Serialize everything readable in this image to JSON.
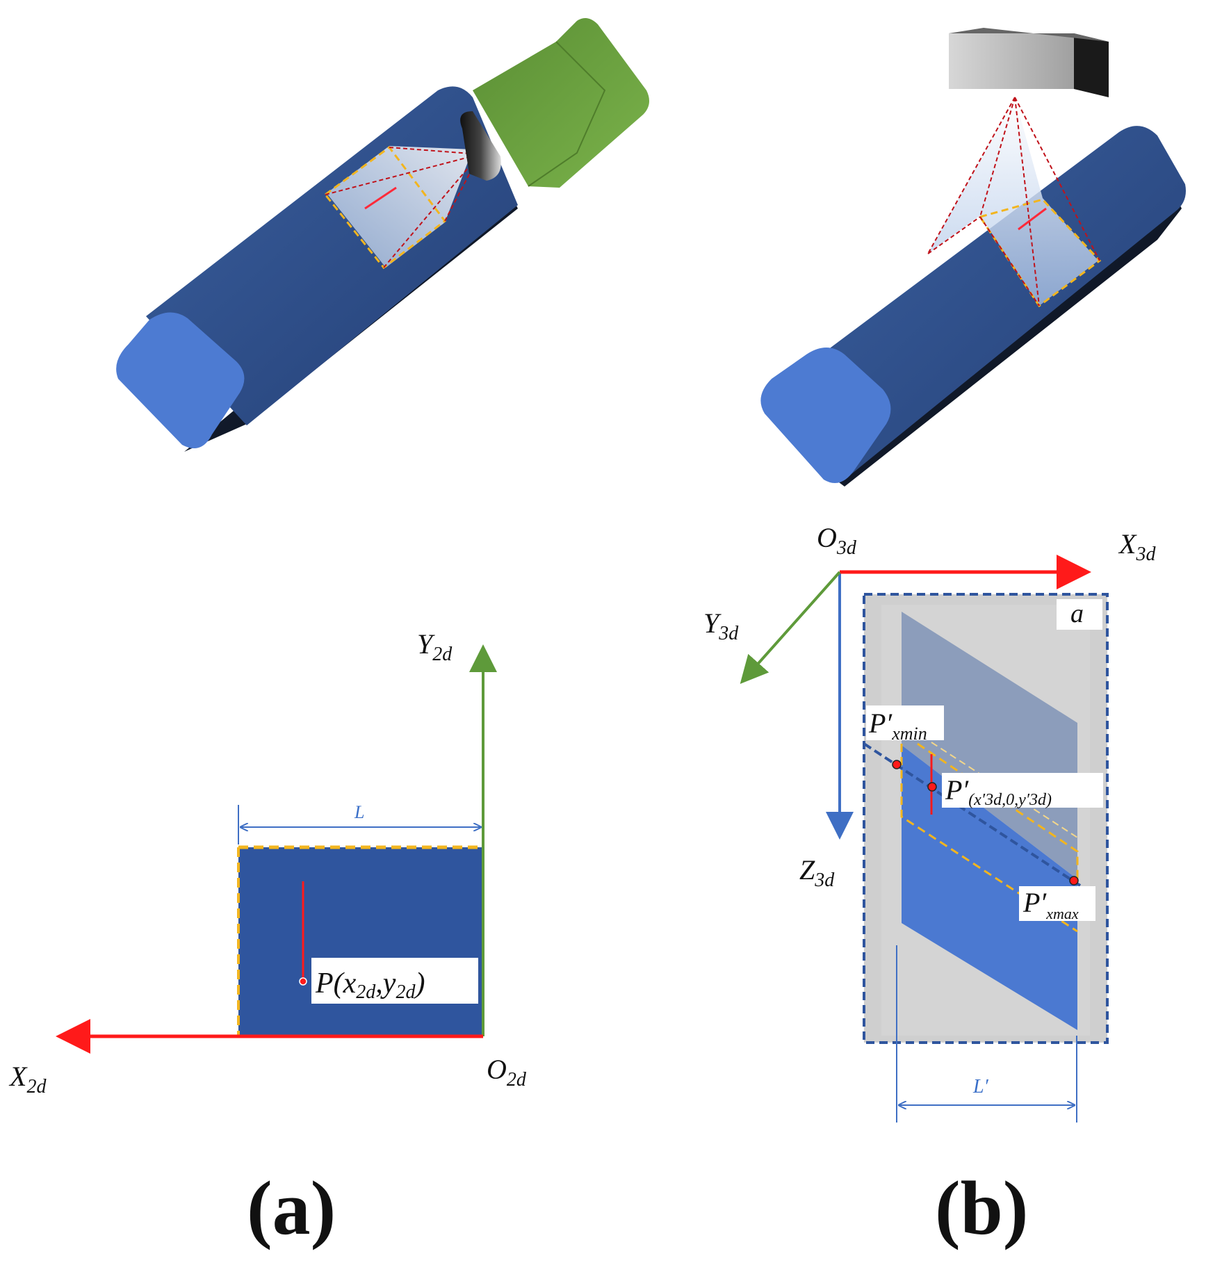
{
  "panel_a": {
    "caption": "(a)",
    "axis_x_main": "X",
    "axis_x_sub": "2d",
    "axis_y_main": "Y",
    "axis_y_sub": "2d",
    "origin_main": "O",
    "origin_sub": "2d",
    "length_label": "L",
    "point_label_1": "P(x",
    "point_label_sub1": "2d",
    "point_label_2": ",y",
    "point_label_sub2": "2d",
    "point_label_3": ")"
  },
  "panel_b": {
    "caption": "(b)",
    "origin_main": "O",
    "origin_sub": "3d",
    "axis_x_main": "X",
    "axis_x_sub": "3d",
    "axis_y_main": "Y",
    "axis_y_sub": "3d",
    "axis_z_main": "Z",
    "axis_z_sub": "3d",
    "plane_label": "a",
    "pmin_main": "P′",
    "pmin_sub": "xmin",
    "pmax_main": "P′",
    "pmax_sub": "xmax",
    "p_main": "P′",
    "p_sub": "(x′3d,0,y′3d)",
    "length_label": "L′"
  },
  "colors": {
    "bar_blue": "#2d4f8f",
    "bar_end": "#4d7bd2",
    "camera_green": "#64993a",
    "x_axis_red": "#ff1a1a",
    "y_axis_green": "#5e9a3a",
    "z_axis_blue": "#3f6fc4",
    "dash_yellow": "#f2b51f"
  }
}
